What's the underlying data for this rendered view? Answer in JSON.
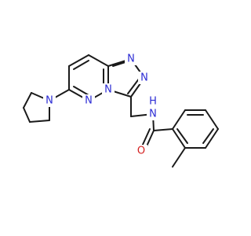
{
  "molecule": {
    "colors": {
      "bond": "#1a1a1a",
      "N": "#2b2bd4",
      "O": "#d42020",
      "background": "#ffffff"
    },
    "atoms": [
      {
        "id": "n_pyrrolidine",
        "element": "N",
        "label": "N"
      },
      {
        "id": "n_pyridazine",
        "element": "N",
        "label": "N"
      },
      {
        "id": "n_triazole_1",
        "element": "N",
        "label": "N"
      },
      {
        "id": "n_triazole_2",
        "element": "N",
        "label": "N"
      },
      {
        "id": "n_triazole_bridge",
        "element": "N",
        "label": "N"
      },
      {
        "id": "n_amide",
        "element": "N",
        "label": "N"
      },
      {
        "id": "h_amide",
        "element": "H",
        "label": "H"
      },
      {
        "id": "o_carbonyl",
        "element": "O",
        "label": "O"
      }
    ]
  }
}
